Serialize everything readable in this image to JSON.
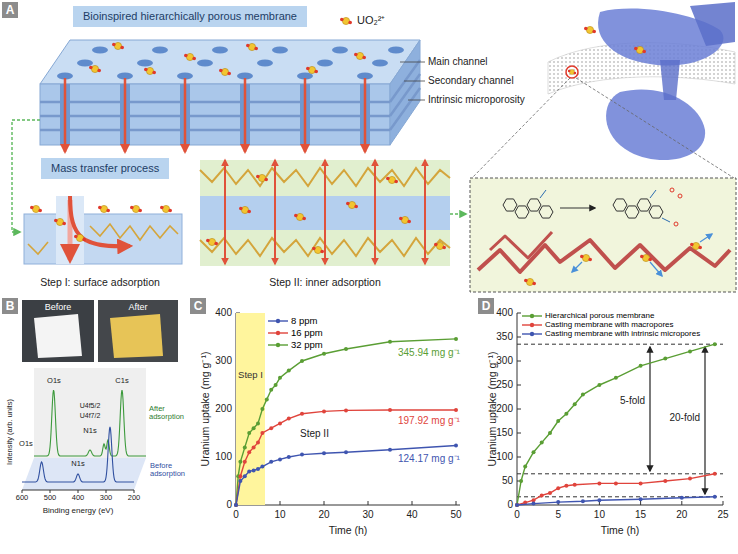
{
  "diagram": {
    "nodes": [
      {
        "text": [
          "A"
        ]
      },
      {
        "text": [
          "Bioinspired hierarchically porous membrane"
        ]
      },
      {
        "text": [
          "Mass transfer process"
        ]
      },
      {
        "text": [
          "B"
        ]
      },
      {
        "text": [
          "C"
        ]
      },
      {
        "text": [
          "Step I"
        ]
      },
      {
        "text": [
          "D"
        ]
      }
    ],
    "labels": [
      "UO₂²⁺",
      "Main channel",
      "Secondary channel",
      "Intrinsic microporosity",
      "Step I: surface adsorption",
      "Step II: inner adsorption",
      "Before",
      "After",
      "O1s",
      "U4f5/2",
      "U4f7/2",
      "N1s",
      "C1s",
      "After adsorption",
      "O1s",
      "N1s",
      "Before adsorption",
      "Intensity (arb. units)",
      "600",
      "500",
      "400",
      "300",
      "200",
      "Binding energy (eV)",
      "400",
      "300",
      "200",
      "100",
      "0",
      "0",
      "10",
      "20",
      "30",
      "40",
      "50",
      "Uranium uptake (mg g⁻¹)",
      "Time (h)",
      "Step II",
      "345.94 mg g⁻¹",
      "197.92 mg g⁻¹",
      "124.17 mg g⁻¹",
      "400",
      "350",
      "300",
      "250",
      "200",
      "150",
      "100",
      "50",
      "0",
      "0",
      "5",
      "10",
      "15",
      "20",
      "25",
      "Uranium uptake (mg g⁻¹)",
      "Time (h)",
      "5-fold",
      "20-fold"
    ],
    "legend": [
      {
        "text": "8 ppm"
      },
      {
        "text": "16 ppm"
      },
      {
        "text": "32 ppm"
      },
      {
        "text": "Hierarchical porous membrane"
      },
      {
        "text": "Casting membrane with macropores"
      },
      {
        "text": "Casting membrane with intrinsic micropores"
      }
    ]
  }
}
